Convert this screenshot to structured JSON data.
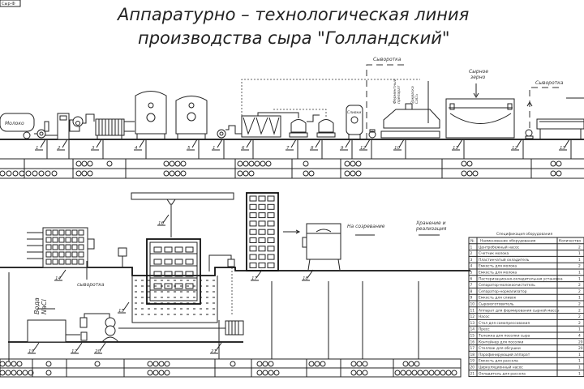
{
  "stamp": "Сыр-Ф",
  "title": {
    "line1": "Аппаратурно – технологическая линия",
    "line2": "производства сыра \"Голландский\""
  },
  "labels": {
    "milk": "Молоко",
    "whey_top1": "Сыворотка",
    "whey_top2": "Сыворотка",
    "cheese_grain_1": "Сырное",
    "cheese_grain_2": "зерно",
    "enzyme_1": "Ферментный",
    "enzyme_2": "препарат",
    "starter_1": "Закваска",
    "starter_2": "CaCl₂",
    "cream": "Сливки",
    "whey_bottom": "сыворотка",
    "water": "Вода",
    "nacl": "NaCl",
    "to_ripening": "На созревание",
    "storage_1": "Хранение и",
    "storage_2": "реализация"
  },
  "top_markers": [
    "1",
    "2",
    "3",
    "4",
    "5",
    "1",
    "6",
    "7",
    "8",
    "9",
    "12",
    "10",
    "11",
    "12",
    "13"
  ],
  "bottom_markers": [
    "14",
    "16",
    "15",
    "12",
    "20",
    "19",
    "21",
    "17",
    "18"
  ],
  "spec": {
    "title": "Спецификация оборудования",
    "headers": [
      "№",
      "Наименование оборудования",
      "Количество"
    ],
    "rows": [
      [
        "1",
        "Центробежный насос",
        "2"
      ],
      [
        "2",
        "Счетчик молока",
        "1"
      ],
      [
        "3",
        "Пластинчатый охладитель",
        "1"
      ],
      [
        "4",
        "Емкость для молока",
        "2"
      ],
      [
        "5",
        "Емкость для молока",
        "1"
      ],
      [
        "6",
        "Пастеризационно-охладительная установка",
        "1"
      ],
      [
        "7",
        "Сепаратор-молокоочиститель",
        "2"
      ],
      [
        "8",
        "Сепаратор-нормализатор",
        "2"
      ],
      [
        "9",
        "Емкость для сливок",
        "1"
      ],
      [
        "10",
        "Сыроизготовитель",
        "2"
      ],
      [
        "11",
        "Аппарат для формирования сырной массы",
        "2"
      ],
      [
        "12",
        "Насос",
        "2"
      ],
      [
        "13",
        "Стол для самопрессования",
        "2"
      ],
      [
        "14",
        "Пресс",
        "1"
      ],
      [
        "15",
        "Тележка для посолки сыра",
        "4"
      ],
      [
        "16",
        "Контейнер для посолки",
        "20"
      ],
      [
        "17",
        "Стеллаж для обсушки",
        "20"
      ],
      [
        "18",
        "Парафинирующий аппарат",
        "1"
      ],
      [
        "19",
        "Емкость для рассола",
        "1"
      ],
      [
        "20",
        "Циркуляционный насос",
        "1"
      ],
      [
        "21",
        "Охладитель для рассола",
        "1"
      ]
    ]
  }
}
